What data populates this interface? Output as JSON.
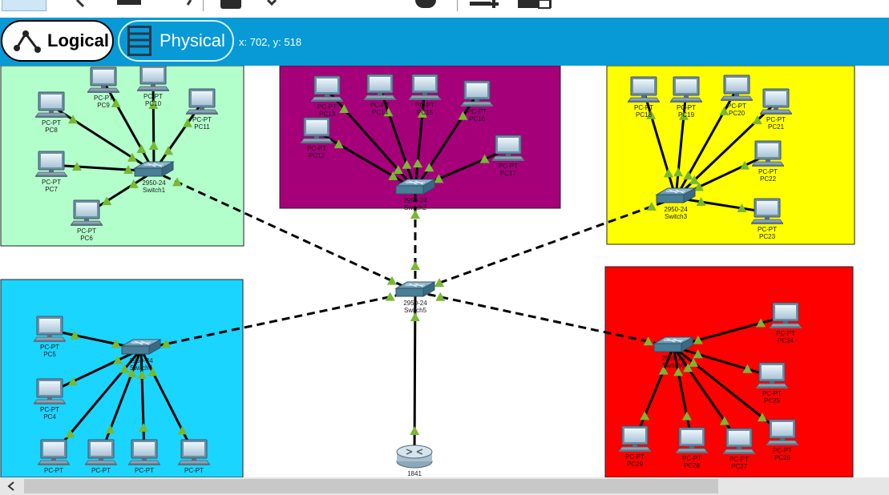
{
  "modebar": {
    "logical_label": "Logical",
    "physical_label": "Physical",
    "coords": "x: 702, y: 518",
    "color": "#079ad6"
  },
  "zones": [
    {
      "id": "zone-green",
      "color": "#b3ffcc"
    },
    {
      "id": "zone-purple",
      "color": "#a5007a"
    },
    {
      "id": "zone-yellow",
      "color": "#ffff00"
    },
    {
      "id": "zone-cyan",
      "color": "#1ad5ff"
    },
    {
      "id": "zone-red",
      "color": "#ff0000"
    }
  ],
  "switches": [
    {
      "id": "Switch1",
      "model": "2950-24",
      "name": "Switch1"
    },
    {
      "id": "Switch2",
      "model": "2950-24",
      "name": "Switch2"
    },
    {
      "id": "Switch3",
      "model": "2950-24",
      "name": "Switch3"
    },
    {
      "id": "Switch4",
      "model": "2950-24",
      "name": "Switch4"
    },
    {
      "id": "Switch5",
      "model": "2950-24",
      "name": "Switch5"
    },
    {
      "id": "Switch6",
      "model": "2950-24",
      "name": "Switch6"
    }
  ],
  "router": {
    "id": "Router",
    "model": "1841"
  },
  "pcs": [
    {
      "id": "PC4",
      "type": "PC-PT",
      "name": "PC4",
      "switch": "Switch4"
    },
    {
      "id": "PC5",
      "type": "PC-PT",
      "name": "PC5",
      "switch": "Switch4"
    },
    {
      "id": "PC6",
      "type": "PC-PT",
      "name": "PC6",
      "switch": "Switch1"
    },
    {
      "id": "PC7",
      "type": "PC-PT",
      "name": "PC7",
      "switch": "Switch1"
    },
    {
      "id": "PC8",
      "type": "PC-PT",
      "name": "PC8",
      "switch": "Switch1"
    },
    {
      "id": "PC9",
      "type": "PC-PT",
      "name": "PC9",
      "switch": "Switch1"
    },
    {
      "id": "PC10",
      "type": "PC-PT",
      "name": "PC10",
      "switch": "Switch1"
    },
    {
      "id": "PC11",
      "type": "PC-PT",
      "name": "PC11",
      "switch": "Switch1"
    },
    {
      "id": "PC12",
      "type": "PC-PT",
      "name": "PC12",
      "switch": "Switch2"
    },
    {
      "id": "PC13",
      "type": "PC-PT",
      "name": "PC13",
      "switch": "Switch2"
    },
    {
      "id": "PC14",
      "type": "PC-PT",
      "name": "PC14",
      "switch": "Switch2"
    },
    {
      "id": "PC15",
      "type": "PC-PT",
      "name": "PC15",
      "switch": "Switch2"
    },
    {
      "id": "PC16",
      "type": "PC-PT",
      "name": "PC16",
      "switch": "Switch2"
    },
    {
      "id": "PC17",
      "type": "PC-PT",
      "name": "PC17",
      "switch": "Switch2"
    },
    {
      "id": "PC18",
      "type": "PC-PT",
      "name": "PC18",
      "switch": "Switch3"
    },
    {
      "id": "PC19",
      "type": "PC-PT",
      "name": "PC19",
      "switch": "Switch3"
    },
    {
      "id": "PC20",
      "type": "PC-PT",
      "name": "PC20",
      "switch": "Switch3"
    },
    {
      "id": "PC21",
      "type": "PC-PT",
      "name": "PC21",
      "switch": "Switch3"
    },
    {
      "id": "PC22",
      "type": "PC-PT",
      "name": "PC22",
      "switch": "Switch3"
    },
    {
      "id": "PC23",
      "type": "PC-PT",
      "name": "PC23",
      "switch": "Switch3"
    },
    {
      "id": "PC24",
      "type": "PC-PT",
      "name": "PC24",
      "switch": "Switch6"
    },
    {
      "id": "PC25",
      "type": "PC-PT",
      "name": "PC25",
      "switch": "Switch6"
    },
    {
      "id": "PC26",
      "type": "PC-PT",
      "name": "PC26",
      "switch": "Switch6"
    },
    {
      "id": "PC27",
      "type": "PC-PT",
      "name": "PC27",
      "switch": "Switch6"
    },
    {
      "id": "PC28",
      "type": "PC-PT",
      "name": "PC28",
      "switch": "Switch6"
    },
    {
      "id": "PC29",
      "type": "PC-PT",
      "name": "PC29",
      "switch": "Switch6"
    },
    {
      "id": "PC-c1",
      "type": "PC-PT",
      "name": "",
      "switch": "Switch4"
    },
    {
      "id": "PC-c2",
      "type": "PC-PT",
      "name": "",
      "switch": "Switch4"
    },
    {
      "id": "PC-c3",
      "type": "PC-PT",
      "name": "",
      "switch": "Switch4"
    },
    {
      "id": "PC-c4",
      "type": "PC-PT",
      "name": "",
      "switch": "Switch4"
    }
  ],
  "uplinks": [
    {
      "from": "Switch5",
      "to": "Switch1",
      "style": "dashed"
    },
    {
      "from": "Switch5",
      "to": "Switch2",
      "style": "dashed"
    },
    {
      "from": "Switch5",
      "to": "Switch3",
      "style": "dashed"
    },
    {
      "from": "Switch5",
      "to": "Switch4",
      "style": "dashed"
    },
    {
      "from": "Switch5",
      "to": "Switch6",
      "style": "dashed"
    },
    {
      "from": "Switch5",
      "to": "Router",
      "style": "solid"
    }
  ],
  "link_light_color": "#78b832",
  "icons": {
    "logical": "logical-topology-icon",
    "physical": "physical-rack-icon",
    "scroll_left": "chevron-left-icon"
  }
}
